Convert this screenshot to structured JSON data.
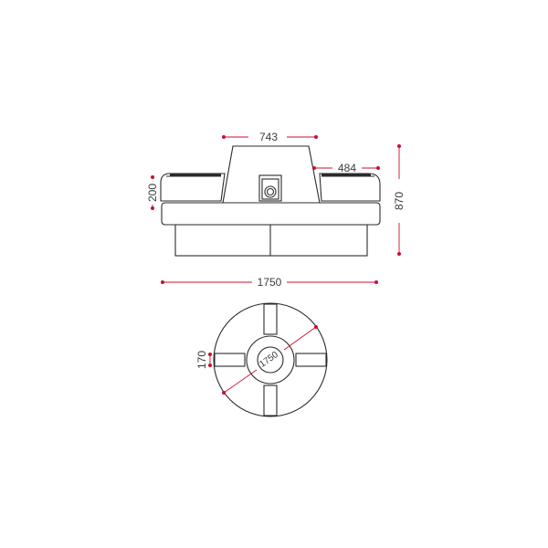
{
  "dimensions": {
    "top_width": "743",
    "side_seat_width": "484",
    "seat_height": "200",
    "total_height": "870",
    "total_width": "1750",
    "seat_depth": "170",
    "diameter": "1750"
  },
  "colors": {
    "dimension": "#c8102e",
    "outline": "#2b2b2b"
  }
}
